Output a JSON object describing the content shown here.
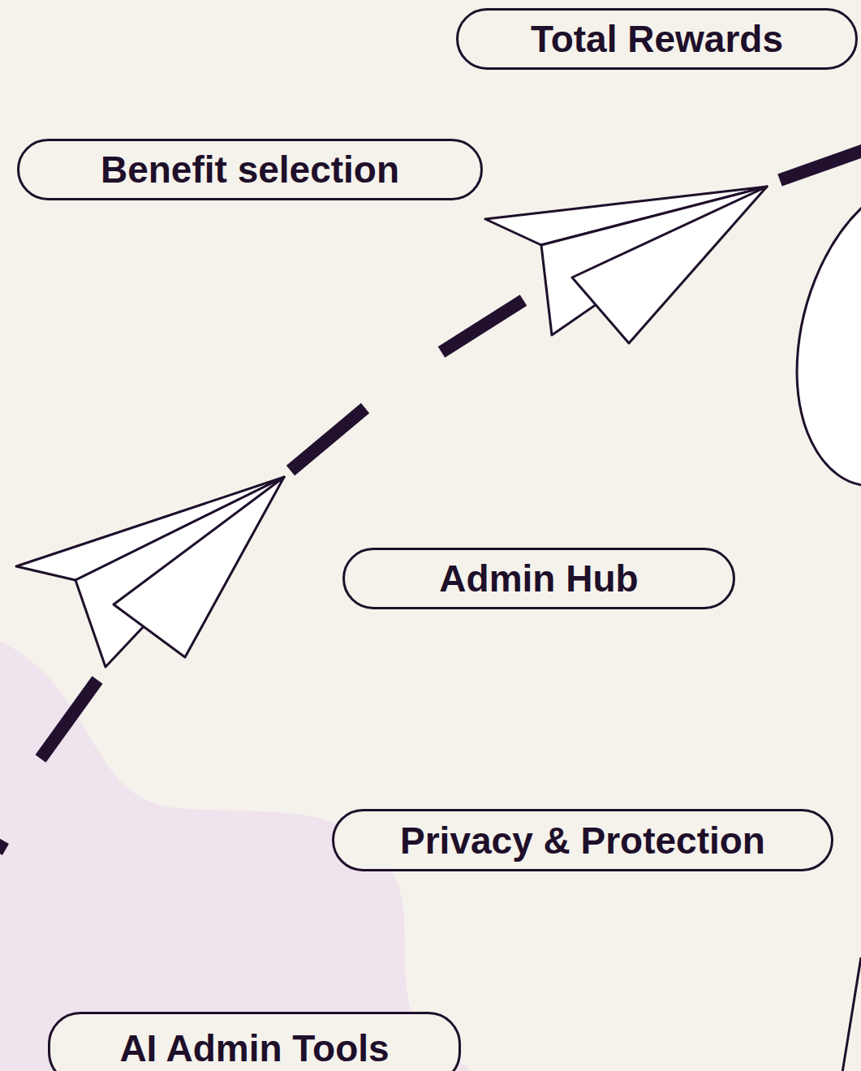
{
  "diagram": {
    "nodes": [
      {
        "text": [
          "Total Rewards"
        ]
      },
      {
        "text": [
          "Benefit selection"
        ]
      },
      {
        "text": [
          "Admin Hub"
        ]
      },
      {
        "text": [
          "Privacy & Protection"
        ]
      },
      {
        "text": [
          "AI Admin Tools"
        ]
      }
    ]
  }
}
